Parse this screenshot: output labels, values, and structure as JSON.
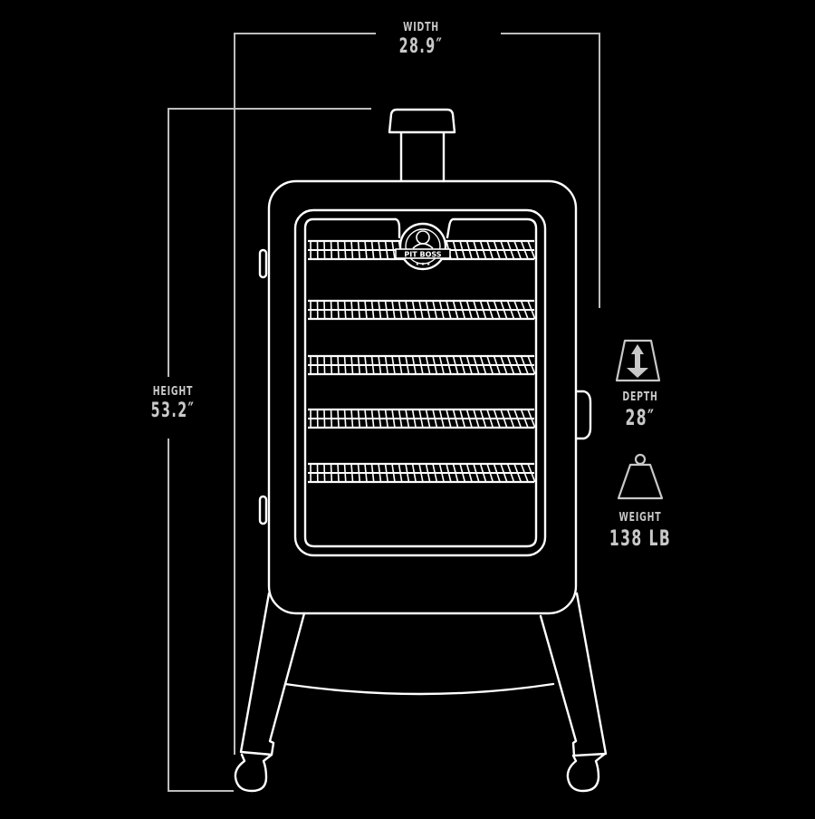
{
  "product": {
    "illustration": "vertical pellet smoker line drawing",
    "badge_text": "PIT BOSS",
    "shelf_count": 5,
    "colors": {
      "background": "#000000",
      "drawing": "#ffffff",
      "dimension_lines": "#bdbdbd",
      "labels": "#c9c9c9"
    }
  },
  "dimensions": {
    "width": {
      "label": "WIDTH",
      "value": "28.9″"
    },
    "height": {
      "label": "HEIGHT",
      "value": "53.2″"
    },
    "depth": {
      "label": "DEPTH",
      "value": "28″",
      "icon": "depth-arrow-icon"
    },
    "weight": {
      "label": "WEIGHT",
      "value": "138 LB",
      "icon": "weight-icon"
    }
  }
}
